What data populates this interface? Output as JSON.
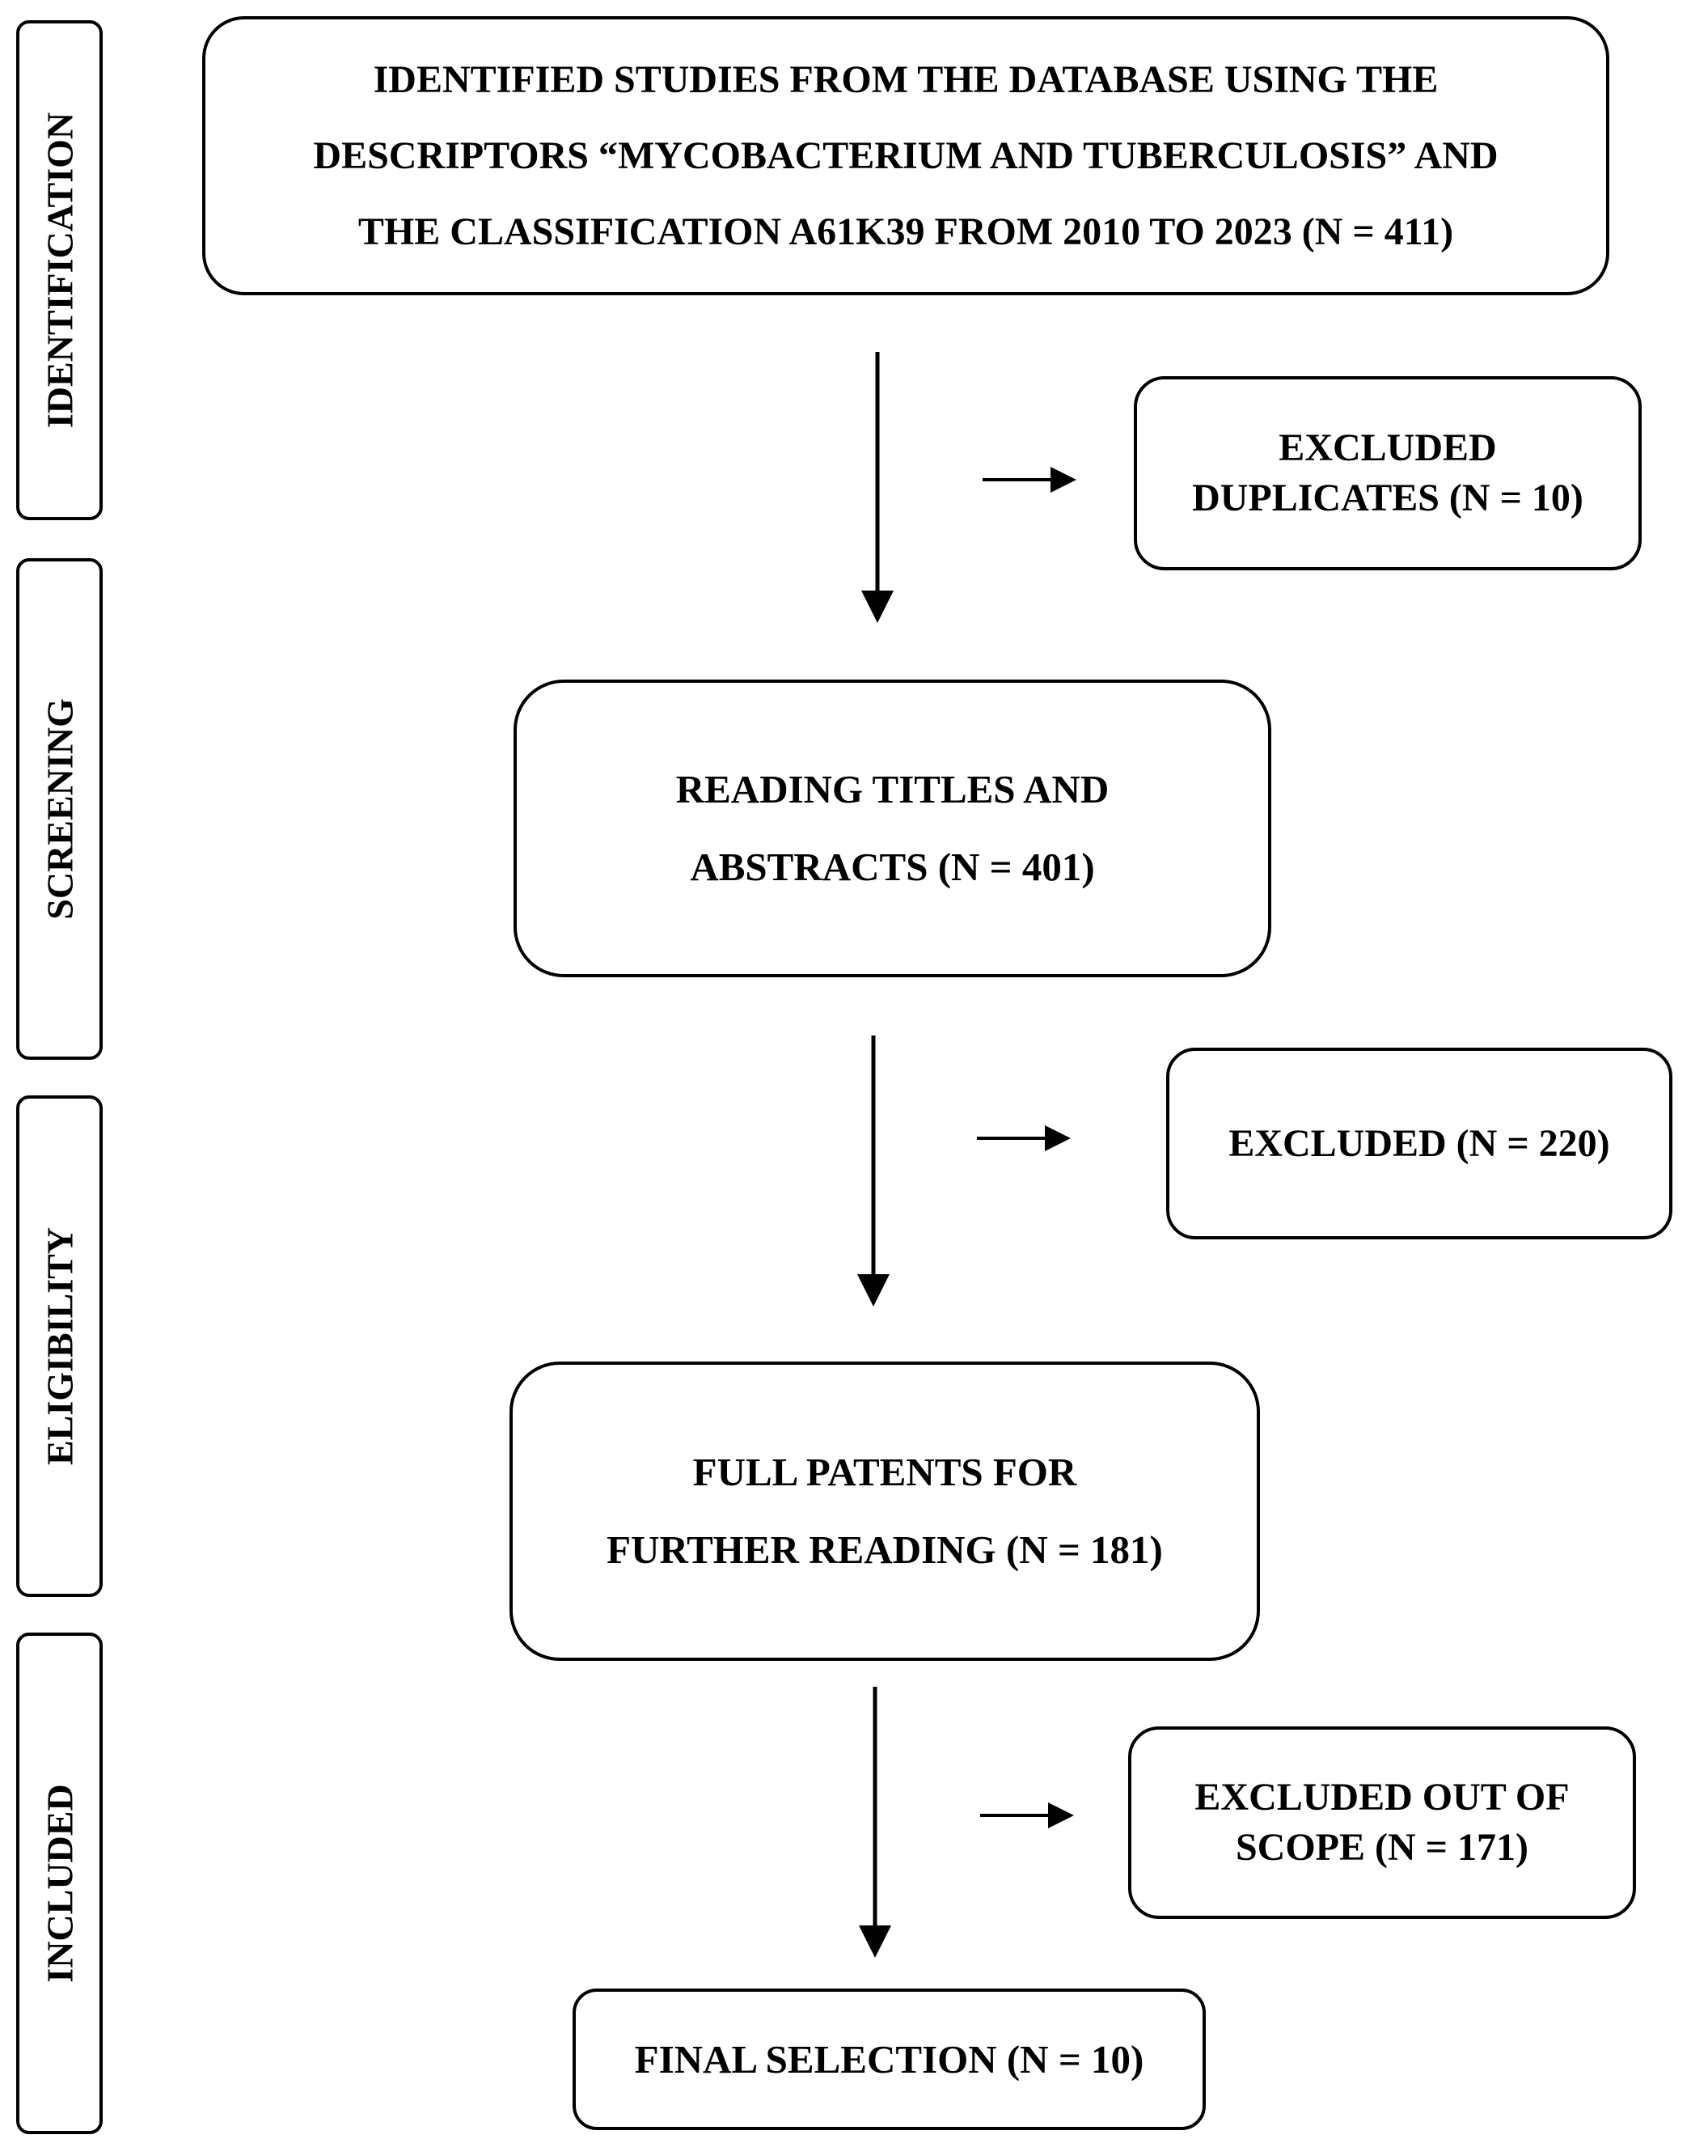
{
  "stages": [
    {
      "id": "identification",
      "label": "IDENTIFICATION"
    },
    {
      "id": "screening",
      "label": "SCREENING"
    },
    {
      "id": "eligibility",
      "label": "ELIGIBILITY"
    },
    {
      "id": "included",
      "label": "INCLUDED"
    }
  ],
  "boxes": {
    "identified": {
      "lines": [
        "IDENTIFIED STUDIES FROM THE DATABASE USING THE",
        "DESCRIPTORS “MYCOBACTERIUM AND TUBERCULOSIS” AND",
        "THE CLASSIFICATION A61K39 FROM 2010 TO 2023 (N = 411)"
      ]
    },
    "excluded_duplicates": {
      "lines": [
        "EXCLUDED",
        "DUPLICATES (N = 10)"
      ]
    },
    "reading_titles": {
      "lines": [
        "READING TITLES AND",
        "ABSTRACTS (N = 401)"
      ]
    },
    "excluded_220": {
      "lines": [
        "EXCLUDED (N = 220)"
      ]
    },
    "full_patents": {
      "lines": [
        "FULL PATENTS FOR",
        "FURTHER READING (N = 181)"
      ]
    },
    "excluded_scope": {
      "lines": [
        "EXCLUDED OUT OF",
        "SCOPE (N = 171)"
      ]
    },
    "final_selection": {
      "lines": [
        "FINAL SELECTION (N = 10)"
      ]
    }
  }
}
